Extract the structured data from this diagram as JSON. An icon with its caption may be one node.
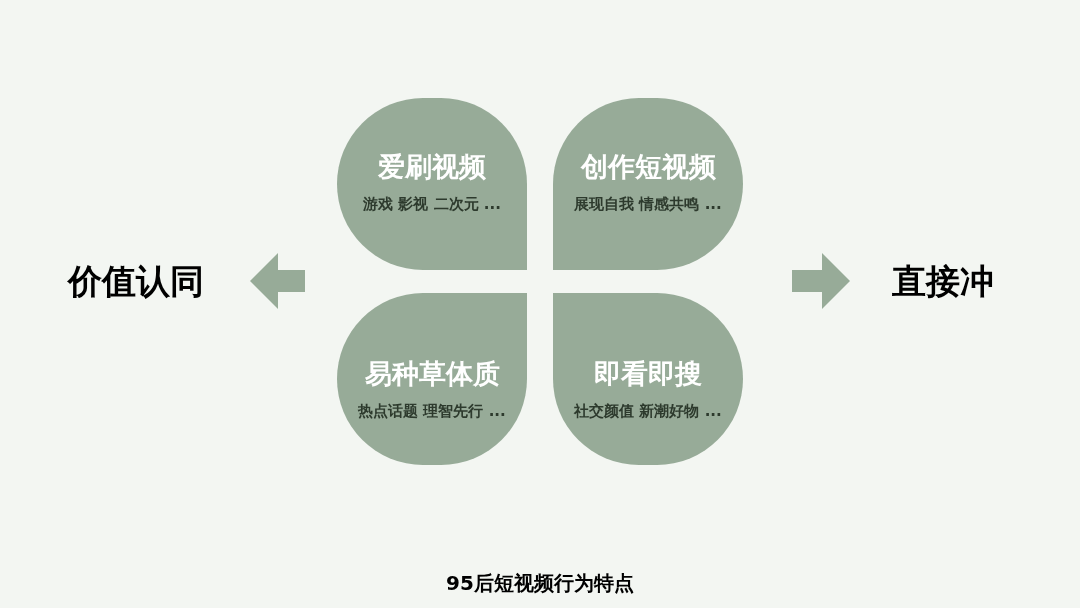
{
  "diagram": {
    "caption": "95后短视频行为特点",
    "nodes": [
      {
        "text": [
          "爱刷视频",
          "游戏 影视 二次元 ..."
        ]
      },
      {
        "text": [
          "创作短视频",
          "展现自我 情感共鸣 ..."
        ]
      },
      {
        "text": [
          "易种草体质",
          "热点话题 理智先行 ..."
        ]
      },
      {
        "text": [
          "即看即搜",
          "社交颜值 新潮好物 ..."
        ]
      },
      {
        "text": [
          "价值认同"
        ]
      },
      {
        "text": [
          "直接冲"
        ]
      }
    ],
    "edges": [
      {
        "from": null,
        "to": 4,
        "arrow": "to"
      },
      {
        "from": null,
        "to": 5,
        "arrow": "to"
      }
    ]
  }
}
